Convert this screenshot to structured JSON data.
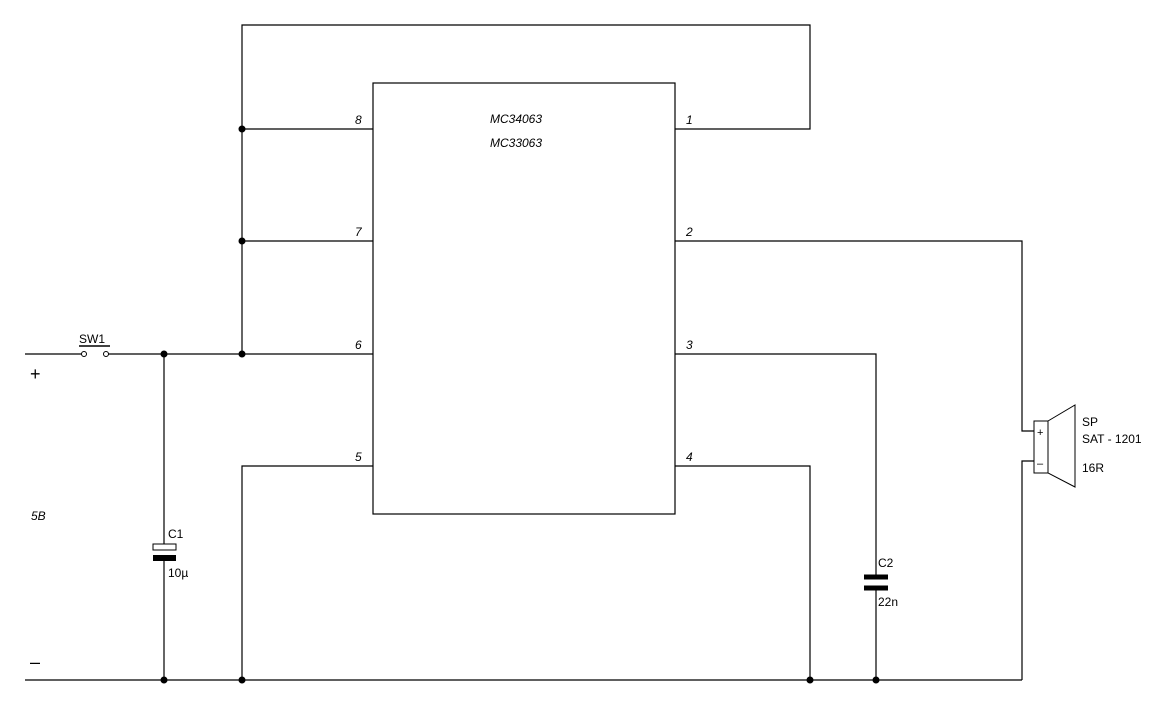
{
  "ic": {
    "name1": "MC34063",
    "name2": "MC33063"
  },
  "pins": {
    "p1": "1",
    "p2": "2",
    "p3": "3",
    "p4": "4",
    "p5": "5",
    "p6": "6",
    "p7": "7",
    "p8": "8"
  },
  "switch": {
    "ref": "SW1"
  },
  "supply": {
    "plus": "+",
    "minus": "–",
    "voltage": "5B"
  },
  "c1": {
    "ref": "C1",
    "value": "10µ"
  },
  "c2": {
    "ref": "C2",
    "value": "22n"
  },
  "speaker": {
    "ref": "SP",
    "model": "SAT - 1201",
    "impedance": "16R",
    "plus": "+",
    "minus": "–"
  }
}
